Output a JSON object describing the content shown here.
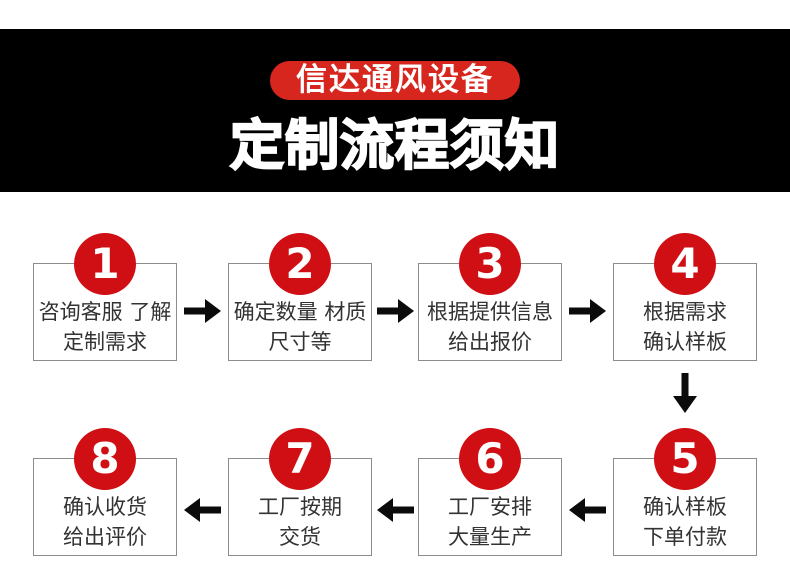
{
  "header": {
    "badge_label": "信达通风设备",
    "title": "定制流程须知"
  },
  "steps": [
    {
      "num": "1",
      "line1": "咨询客服 了解",
      "line2": "定制需求"
    },
    {
      "num": "2",
      "line1": "确定数量 材质",
      "line2": "尺寸等"
    },
    {
      "num": "3",
      "line1": "根据提供信息",
      "line2": "给出报价"
    },
    {
      "num": "4",
      "line1": "根据需求",
      "line2": "确认样板"
    },
    {
      "num": "5",
      "line1": "确认样板",
      "line2": "下单付款"
    },
    {
      "num": "6",
      "line1": "工厂安排",
      "line2": "大量生产"
    },
    {
      "num": "7",
      "line1": "工厂按期",
      "line2": "交货"
    },
    {
      "num": "8",
      "line1": "确认收货",
      "line2": "给出评价"
    }
  ],
  "colors": {
    "banner_black": "#000000",
    "badge_red": "#d6261e",
    "circle_red": "#d00f14",
    "box_border": "#8c8c8c",
    "step_text": "#333333",
    "arrow_black": "#0b0b0b"
  }
}
